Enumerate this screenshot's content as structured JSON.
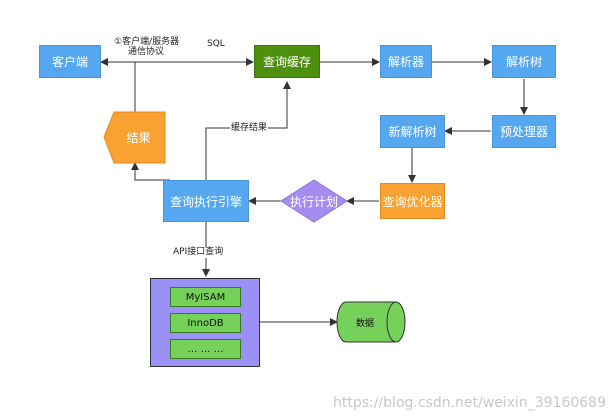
{
  "nodes": {
    "client": "客户端",
    "query_cache": "查询缓存",
    "parser": "解析器",
    "parse_tree": "解析树",
    "result": "结果",
    "new_parse_tree": "新解析树",
    "preprocessor": "预处理器",
    "execution_engine": "查询执行引擎",
    "execution_plan": "执行计划",
    "query_optimizer": "查询优化器",
    "data": "数据"
  },
  "storage_engines": [
    "MyISAM",
    "InnoDB",
    "…  …  …"
  ],
  "edge_labels": {
    "client_server_protocol_1": "①客户端/服务器",
    "client_server_protocol_2": "通信协议",
    "sql": "SQL",
    "cache_result": "缓存结果",
    "api_query": "API接口查询"
  },
  "watermark": "https://blog.csdn.net/weixin_39160689",
  "colors": {
    "blue": "#55a8f0",
    "green": "#4d900e",
    "orange": "#f9a131",
    "purple_diamond": "#a58cf0",
    "engine_group": "#9b90f5",
    "storage_green": "#76d15b"
  }
}
